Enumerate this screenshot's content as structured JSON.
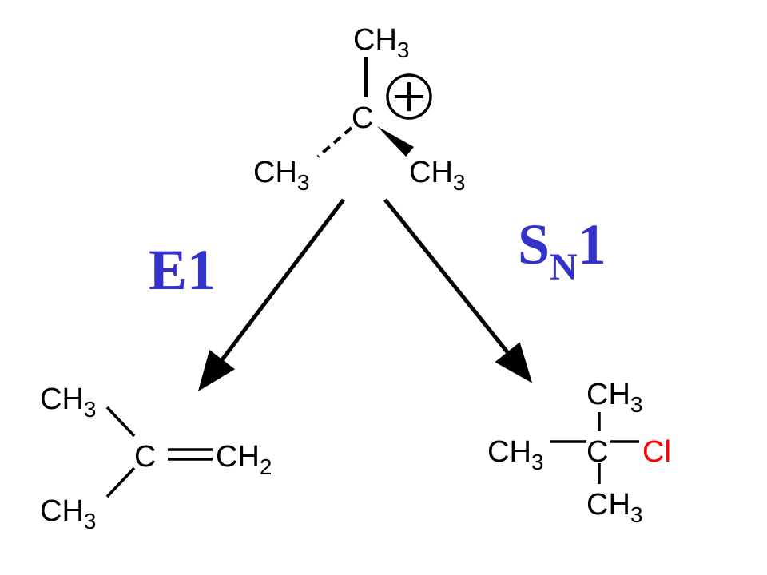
{
  "colors": {
    "bond": "#000000",
    "label": "#3333cc",
    "chlorine": "#ff0000"
  },
  "carbocation": {
    "top": {
      "base": "CH",
      "sub": "3"
    },
    "center": "C",
    "left": {
      "base": "CH",
      "sub": "3"
    },
    "right": {
      "base": "CH",
      "sub": "3"
    },
    "charge_icon": "positive-charge-icon"
  },
  "e1": {
    "label": "E1",
    "product": {
      "top": {
        "base": "CH",
        "sub": "3"
      },
      "center": "C",
      "right": {
        "base": "CH",
        "sub": "2"
      },
      "bottom": {
        "base": "CH",
        "sub": "3"
      }
    }
  },
  "sn1": {
    "label": {
      "base": "S",
      "sub": "N",
      "tail": "1"
    },
    "product": {
      "top": {
        "base": "CH",
        "sub": "3"
      },
      "left": {
        "base": "CH",
        "sub": "3"
      },
      "center": "C",
      "right": "Cl",
      "bottom": {
        "base": "CH",
        "sub": "3"
      }
    }
  }
}
